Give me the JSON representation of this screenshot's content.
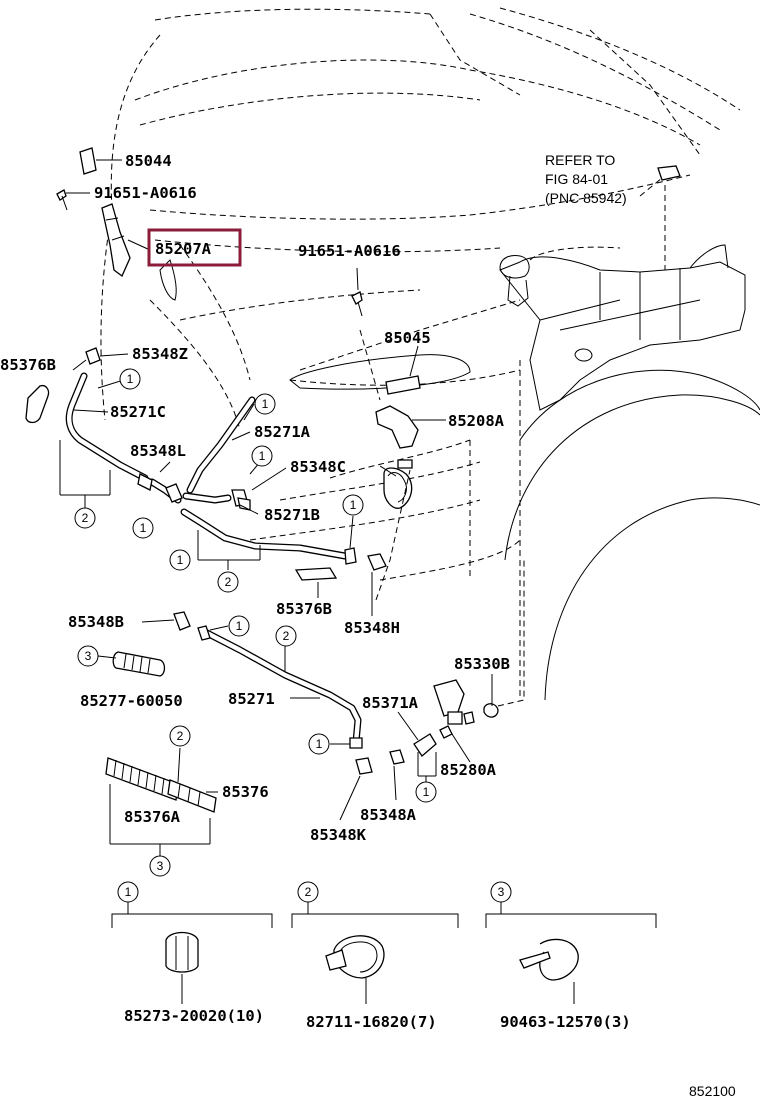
{
  "callouts": [
    {
      "id": "85044",
      "text": "85044"
    },
    {
      "id": "91651-A0616-left",
      "text": "91651-A0616"
    },
    {
      "id": "85207A",
      "text": "85207A",
      "highlighted": true
    },
    {
      "id": "91651-A0616-center",
      "text": "91651-A0616"
    },
    {
      "id": "85045",
      "text": "85045"
    },
    {
      "id": "85208A",
      "text": "85208A"
    },
    {
      "id": "85376B",
      "text": "85376B"
    },
    {
      "id": "85348Z",
      "text": "85348Z"
    },
    {
      "id": "85271C",
      "text": "85271C"
    },
    {
      "id": "85348L",
      "text": "85348L"
    },
    {
      "id": "85271A",
      "text": "85271A"
    },
    {
      "id": "85348C",
      "text": "85348C"
    },
    {
      "id": "85271B",
      "text": "85271B"
    },
    {
      "id": "85376B-2",
      "text": "85376B"
    },
    {
      "id": "85348H",
      "text": "85348H"
    },
    {
      "id": "85348B",
      "text": "85348B"
    },
    {
      "id": "85277-60050",
      "text": "85277-60050"
    },
    {
      "id": "85271",
      "text": "85271"
    },
    {
      "id": "85330B",
      "text": "85330B"
    },
    {
      "id": "85371A",
      "text": "85371A"
    },
    {
      "id": "85280A",
      "text": "85280A"
    },
    {
      "id": "85348A",
      "text": "85348A"
    },
    {
      "id": "85348K",
      "text": "85348K"
    },
    {
      "id": "85376",
      "text": "85376"
    },
    {
      "id": "85376A",
      "text": "85376A"
    }
  ],
  "refer_note": {
    "line1": "REFER TO",
    "line2": "FIG 84-01",
    "line3": "(PNC 85942)"
  },
  "circled_numbers": {
    "one": "1",
    "two": "2",
    "three": "3"
  },
  "legend": [
    {
      "number": "1",
      "part": "85273-20020(10)"
    },
    {
      "number": "2",
      "part": "82711-16820(7)"
    },
    {
      "number": "3",
      "part": "90463-12570(3)"
    }
  ],
  "figure_id": "852100",
  "highlight_color": "#8b1c3a"
}
